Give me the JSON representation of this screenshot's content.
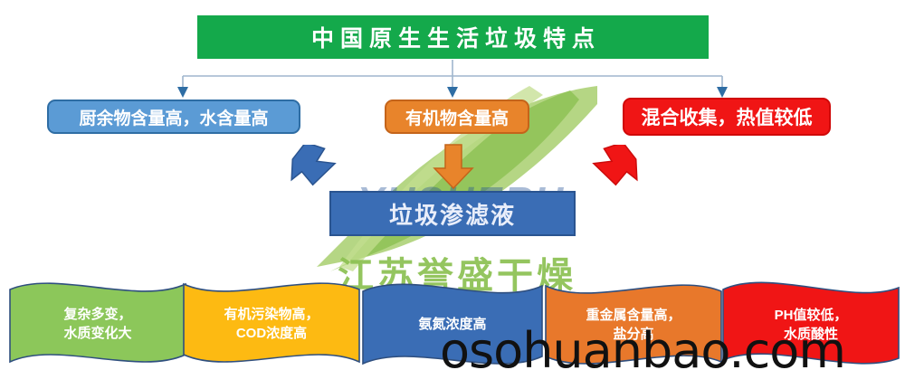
{
  "title": {
    "text": "中国原生生活垃圾特点",
    "color": "#14A94B"
  },
  "characteristics": [
    {
      "id": "kitchen-waste",
      "label": "厨余物含量高，水含量高",
      "color": "#5B9BD5"
    },
    {
      "id": "organic-matter",
      "label": "有机物含量高",
      "color": "#E8842B"
    },
    {
      "id": "mixed-collection",
      "label": "混合收集，热值较低",
      "color": "#F01515"
    }
  ],
  "arrows": [
    {
      "id": "blue-arrow",
      "direction": "down-right",
      "color": "#3A6DB5"
    },
    {
      "id": "orange-arrow",
      "direction": "down",
      "color": "#E8842B"
    },
    {
      "id": "red-arrow",
      "direction": "down-left",
      "color": "#F01515"
    }
  ],
  "result": {
    "label": "垃圾渗滤液",
    "color": "#3A6DB5"
  },
  "properties": [
    {
      "id": "complex-variable",
      "color": "#8CC75A",
      "lines": [
        "复杂多变，",
        "水质变化大"
      ]
    },
    {
      "id": "organic-pollutants",
      "color": "#FDBA12",
      "lines": [
        "有机污染物高，",
        "COD浓度高"
      ]
    },
    {
      "id": "ammonia-nitrogen",
      "color": "#3A6DB5",
      "lines": [
        "氨氮浓度高"
      ]
    },
    {
      "id": "heavy-metals",
      "color": "#E8782B",
      "lines": [
        "重金属含量高，",
        "盐分高"
      ]
    },
    {
      "id": "low-ph",
      "color": "#F01515",
      "lines": [
        "PH值较低，",
        "水质酸性"
      ]
    }
  ],
  "watermarks": {
    "company": "江苏誉盛干燥",
    "logo_text": "YUSHERU",
    "domain": "osohuanbao.com"
  }
}
